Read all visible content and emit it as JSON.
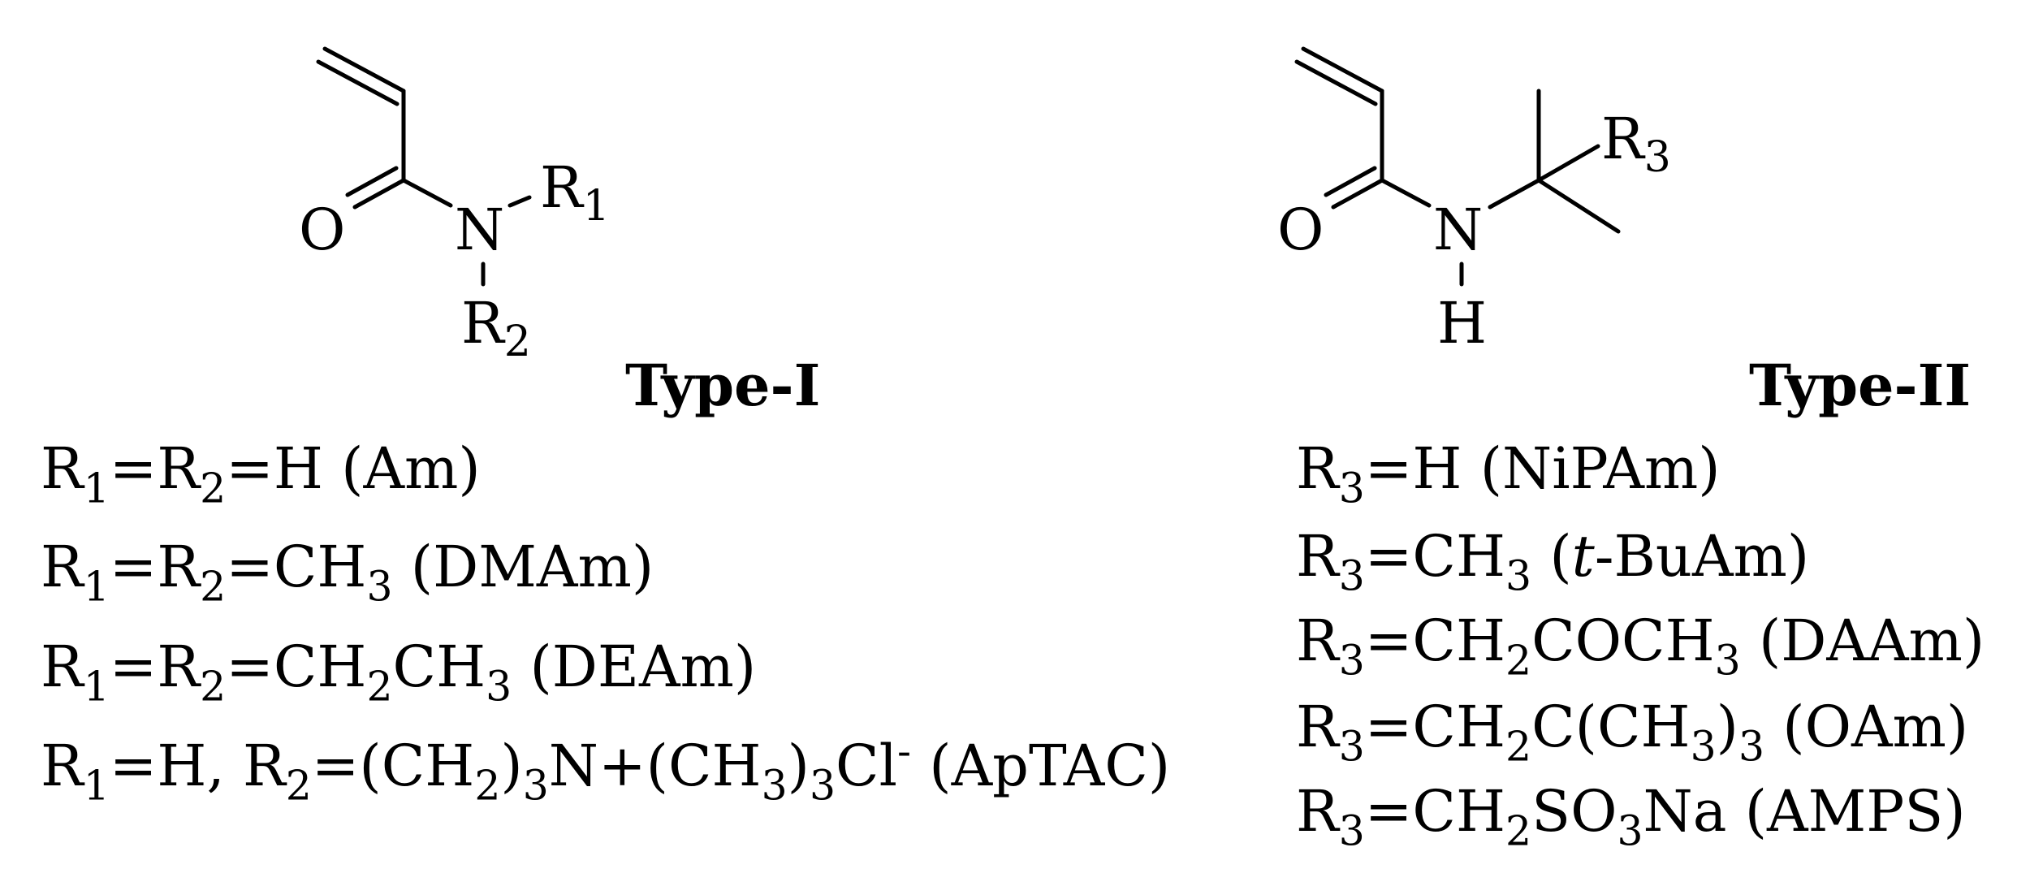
{
  "structure_1": {
    "o_label": "O",
    "n_label": "N",
    "r1_label": "R",
    "r1_sub": "1",
    "r2_label": "R",
    "r2_sub": "2"
  },
  "structure_2": {
    "o_label": "O",
    "n_label": "N",
    "h_label": "H",
    "r3_label": "R",
    "r3_sub": "3"
  },
  "type_1_label": "Type-I",
  "type_2_label": "Type-II",
  "type_1_substituents": [
    {
      "a": "R",
      "a_sub": "1",
      "b": "=R",
      "b_sub": "2",
      "c": "=H (Am)"
    },
    {
      "a": "R",
      "a_sub": "1",
      "b": "=R",
      "b_sub": "2",
      "c": "=CH",
      "c_sub": "3",
      "d": " (DMAm)"
    },
    {
      "a": "R",
      "a_sub": "1",
      "b": "=R",
      "b_sub": "2",
      "c": "=CH",
      "c_sub": "2",
      "d": "CH",
      "d_sub": "3",
      "e": " (DEAm)"
    },
    {
      "a": "R",
      "a_sub": "1",
      "b": "=H, R",
      "b_sub": "2",
      "c": "=(CH",
      "c_sub": "2",
      "d": ")",
      "d_sub": "3",
      "e": "N+(CH",
      "e_sub": "3",
      "f": ")",
      "f_sub": "3",
      "g": "Cl",
      "g_sup": "-",
      "h": " (ApTAC)"
    }
  ],
  "type_2_substituents": [
    {
      "a": "R",
      "a_sub": "3",
      "b": "=H (NiPAm)"
    },
    {
      "a": "R",
      "a_sub": "3",
      "b": "=CH",
      "b_sub": "3",
      "c": " (",
      "c_italic": "t",
      "d": "-BuAm)"
    },
    {
      "a": "R",
      "a_sub": "3",
      "b": "=CH",
      "b_sub": "2",
      "c": "COCH",
      "c_sub": "3",
      "d": " (DAAm)"
    },
    {
      "a": "R",
      "a_sub": "3",
      "b": "=CH",
      "b_sub": "2",
      "c": "C(CH",
      "c_sub": "3",
      "d": ")",
      "d_sub": "3",
      "e": " (OAm)"
    },
    {
      "a": "R",
      "a_sub": "3",
      "b": "=CH",
      "b_sub": "2",
      "c": "SO",
      "c_sub": "3",
      "d": "Na (AMPS)"
    }
  ]
}
